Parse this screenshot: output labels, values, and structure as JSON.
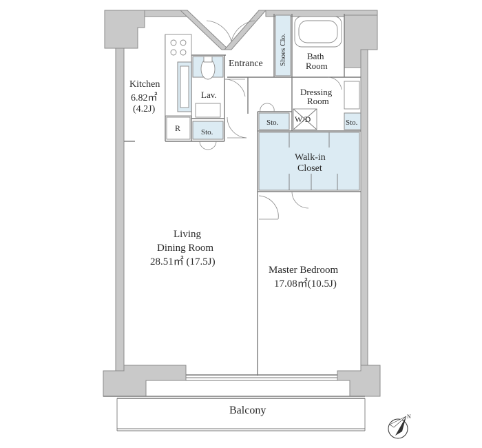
{
  "rooms": {
    "kitchen": {
      "name": "Kitchen",
      "area": "6.82㎡",
      "jo": "(4.2J)"
    },
    "lav": {
      "name": "Lav."
    },
    "sto_lav": {
      "name": "Sto."
    },
    "refrigerator": {
      "name": "R"
    },
    "entrance": {
      "name": "Entrance"
    },
    "shoes_closet": {
      "name": "Shoes Clo."
    },
    "bath": {
      "line1": "Bath",
      "line2": "Room"
    },
    "dressing": {
      "line1": "Dressing",
      "line2": "Room"
    },
    "washer": {
      "name": "W/D"
    },
    "sto_left": {
      "name": "Sto."
    },
    "sto_right": {
      "name": "Sto."
    },
    "walkin": {
      "line1": "Walk-in",
      "line2": "Closet"
    },
    "living": {
      "line1": "Living",
      "line2": "Dining Room",
      "area": "28.51㎡ (17.5J)"
    },
    "master": {
      "name": "Master Bedroom",
      "area": "17.08㎡(10.5J)"
    },
    "balcony": {
      "name": "Balcony"
    }
  },
  "compass": {
    "icon": "north-arrow-icon",
    "letter": "N"
  },
  "colors": {
    "closet_fill": "#dcebf3",
    "wall_fill": "#c9c9c9"
  }
}
